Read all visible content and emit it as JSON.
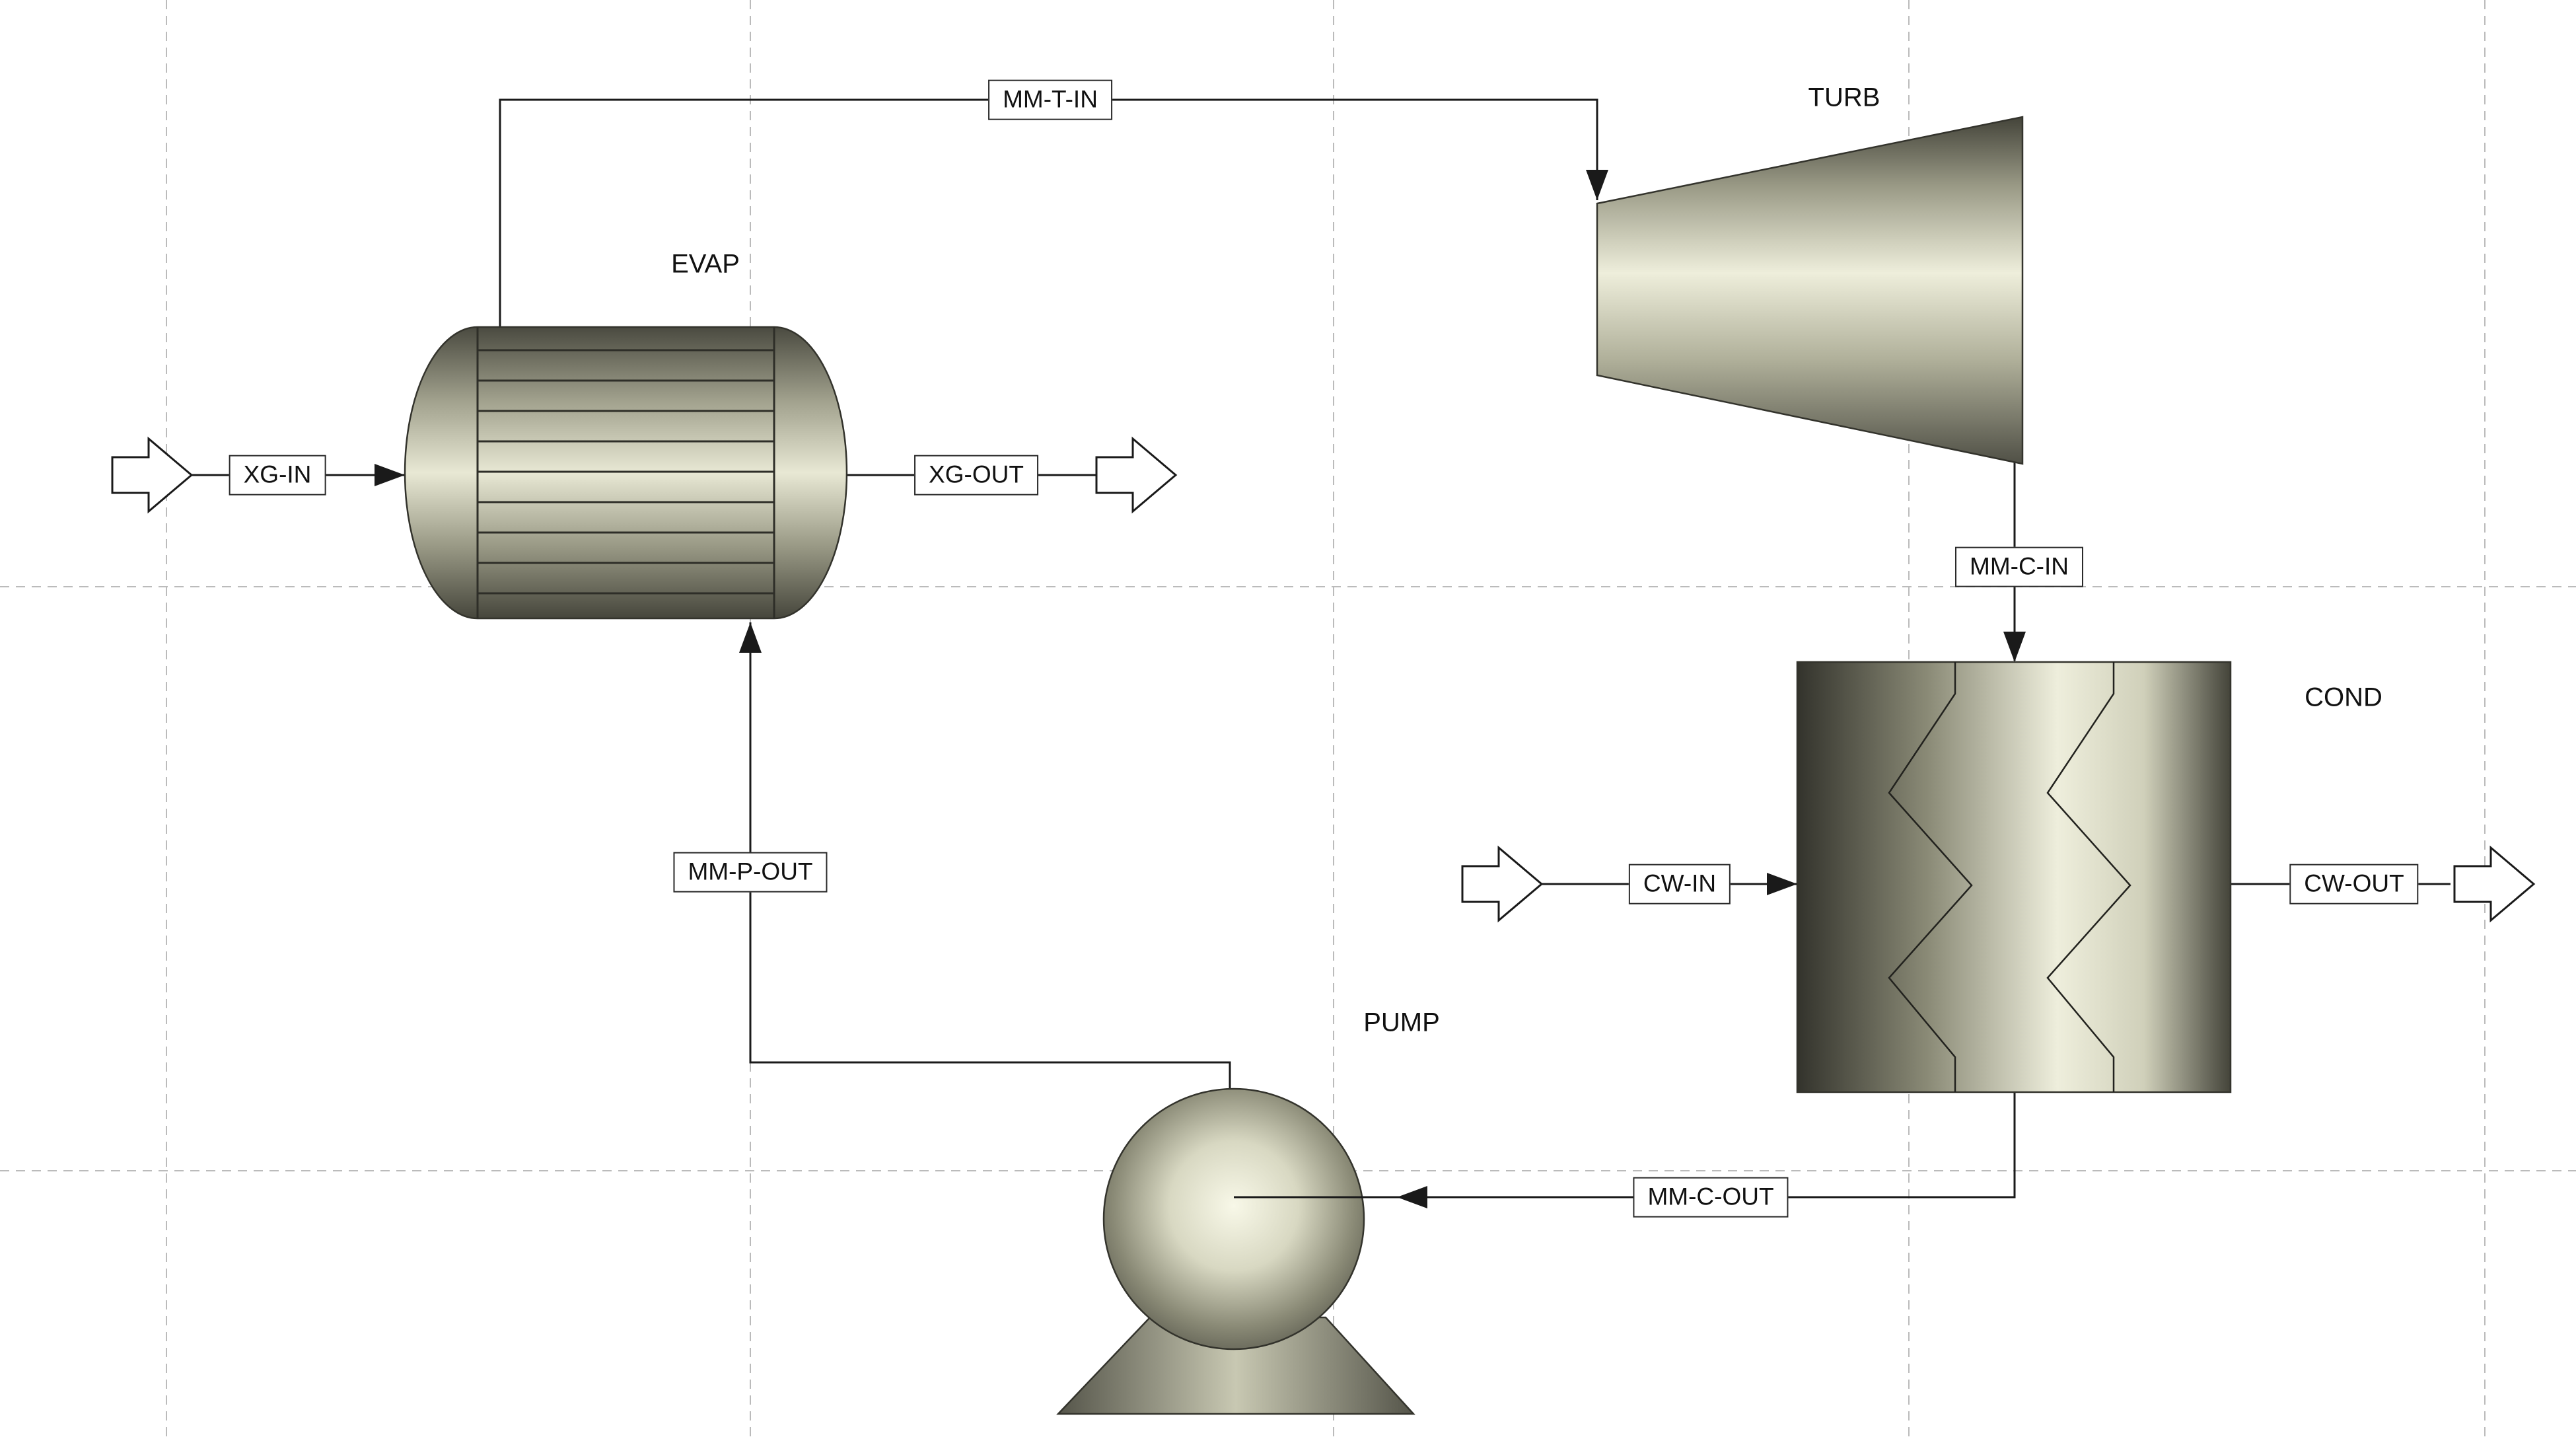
{
  "blocks": {
    "evap": {
      "label": "EVAP"
    },
    "turb": {
      "label": "TURB"
    },
    "cond": {
      "label": "COND"
    },
    "pump": {
      "label": "PUMP"
    }
  },
  "streams": {
    "xg_in": {
      "label": "XG-IN"
    },
    "xg_out": {
      "label": "XG-OUT"
    },
    "mm_t_in": {
      "label": "MM-T-IN"
    },
    "mm_c_in": {
      "label": "MM-C-IN"
    },
    "cw_in": {
      "label": "CW-IN"
    },
    "cw_out": {
      "label": "CW-OUT"
    },
    "mm_c_out": {
      "label": "MM-C-OUT"
    },
    "mm_p_out": {
      "label": "MM-P-OUT"
    }
  },
  "palette": {
    "background": "#ffffff",
    "stream_line": "#1a1a1a",
    "grid_line": "#bbbbbb",
    "metal_dark": "#44443a",
    "metal_mid": "#9a9a86",
    "metal_light": "#eeeedb",
    "label_border": "#2a2a2a",
    "label_text": "#111111"
  }
}
